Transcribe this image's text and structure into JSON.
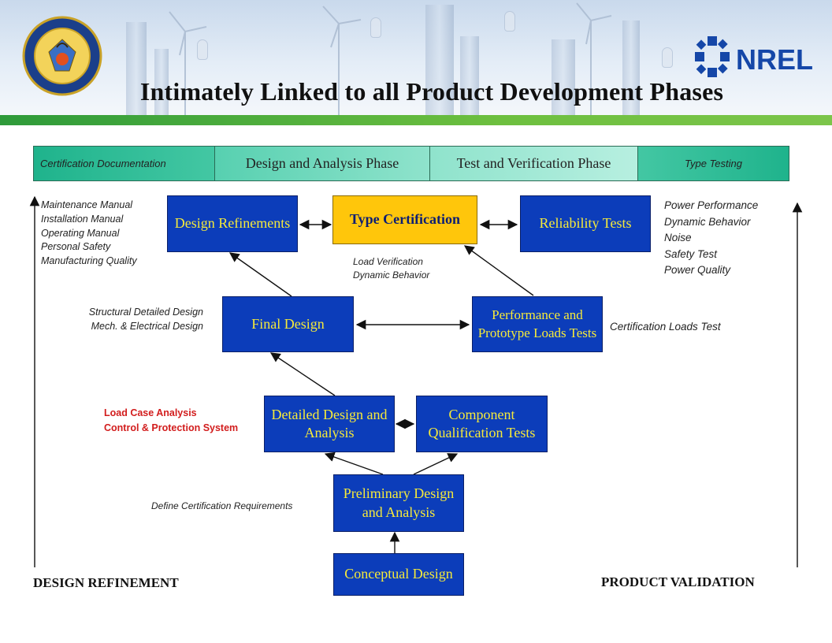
{
  "title": "Intimately Linked to all Product Development Phases",
  "logos": {
    "left_seal": "doe-seal-icon",
    "right_logo": "nrel-logo-icon",
    "right_logo_text": "NREL"
  },
  "phases": [
    {
      "label": "Certification Documentation"
    },
    {
      "label": "Design and Analysis Phase"
    },
    {
      "label": "Test and Verification Phase"
    },
    {
      "label": "Type Testing"
    }
  ],
  "boxes": {
    "design_refinements": "Design Refinements",
    "type_certification": "Type Certification",
    "reliability_tests": "Reliability Tests",
    "final_design": "Final Design",
    "performance_tests": "Performance and Prototype Loads Tests",
    "detailed_design": "Detailed Design and Analysis",
    "component_tests": "Component Qualification Tests",
    "preliminary_design": "Preliminary Design and Analysis",
    "conceptual_design": "Conceptual Design"
  },
  "notes": {
    "documentation": [
      "Maintenance Manual",
      "Installation Manual",
      "Operating Manual",
      "Personal Safety",
      "Manufacturing Quality"
    ],
    "type_tests": [
      "Power Performance",
      "Dynamic Behavior",
      "Noise",
      "Safety Test",
      "Power Quality"
    ],
    "load_verification": [
      "Load Verification",
      "Dynamic Behavior"
    ],
    "structural": [
      "Structural Detailed Design",
      "Mech. & Electrical Design"
    ],
    "cert_loads": "Certification Loads Test",
    "load_case": [
      "Load Case Analysis",
      "Control & Protection System"
    ],
    "define_requirements": "Define Certification Requirements"
  },
  "axes": {
    "left": "DESIGN REFINEMENT",
    "right": "PRODUCT VALIDATION"
  },
  "colors": {
    "box_blue": "#0c3dba",
    "box_text": "#f6ea3a",
    "gold": "#ffc60b",
    "red_note": "#d21d1d",
    "phase_green": "#1fb38c"
  }
}
